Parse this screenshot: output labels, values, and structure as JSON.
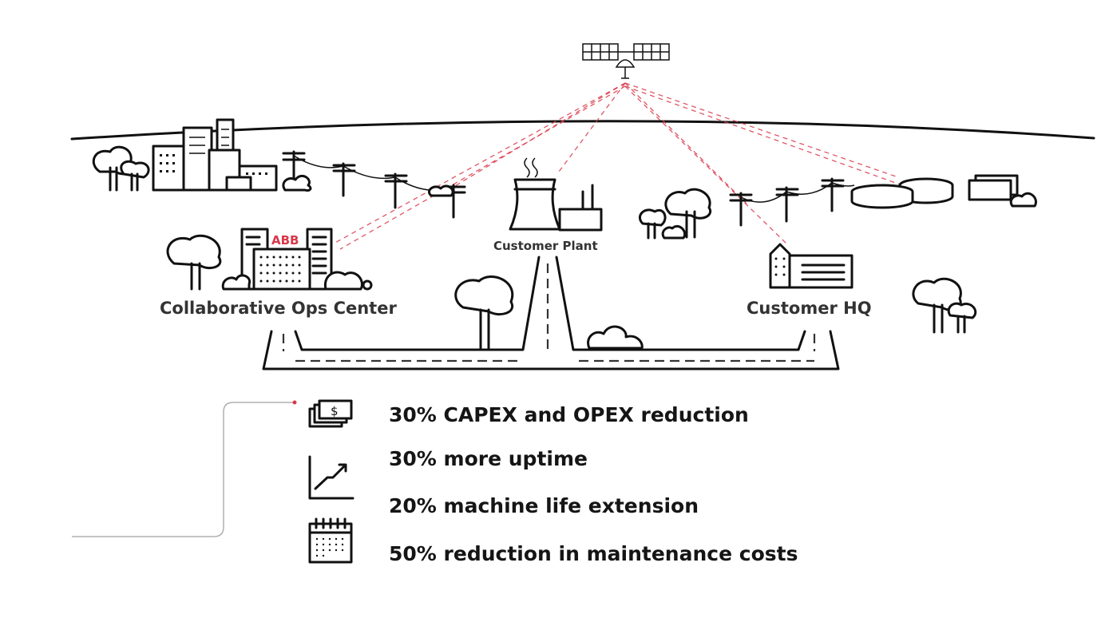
{
  "labels": {
    "ops_center": "Collaborative Ops Center",
    "customer_plant": "Customer Plant",
    "customer_hq": "Customer HQ",
    "abb_logo": "ABB"
  },
  "benefits": [
    {
      "text": "30% CAPEX and OPEX reduction",
      "icon": "money-stack-icon"
    },
    {
      "text": "30% more uptime",
      "icon": "growth-chart-icon"
    },
    {
      "text": "20% machine life extension",
      "icon": ""
    },
    {
      "text": "50% reduction in maintenance costs",
      "icon": "calendar-icon"
    }
  ],
  "colors": {
    "accent": "#d9384a",
    "line": "#111111",
    "connector": "#b0b0b0"
  }
}
